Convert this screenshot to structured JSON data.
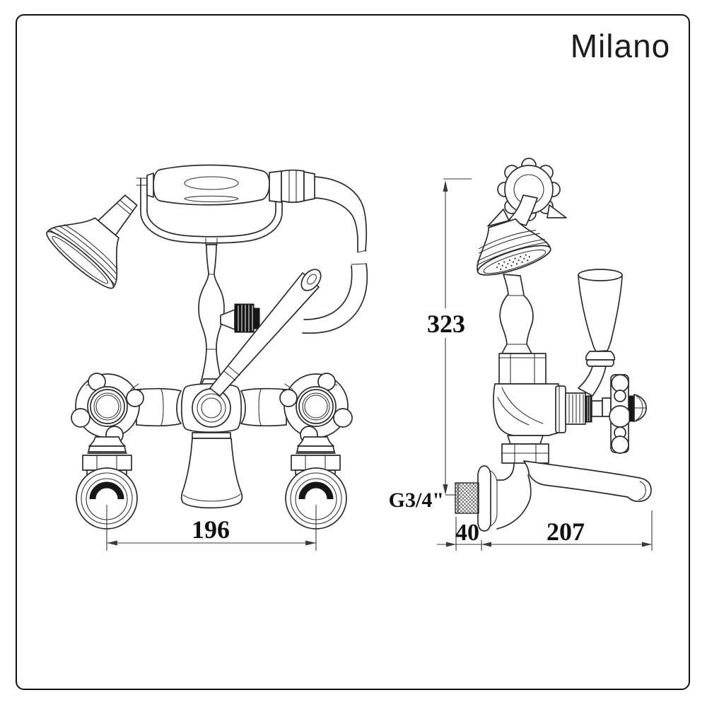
{
  "logo": {
    "text": "Milano"
  },
  "dimensions": {
    "front_valve_centers": "196",
    "overall_height": "323",
    "wall_plate_depth": "40",
    "spout_projection": "207",
    "inlet_thread": "G3/4\""
  },
  "colors": {
    "background": "#ffffff",
    "border": "#101010",
    "line_art": "#2b2b2b",
    "dimension_text": "#101010"
  }
}
